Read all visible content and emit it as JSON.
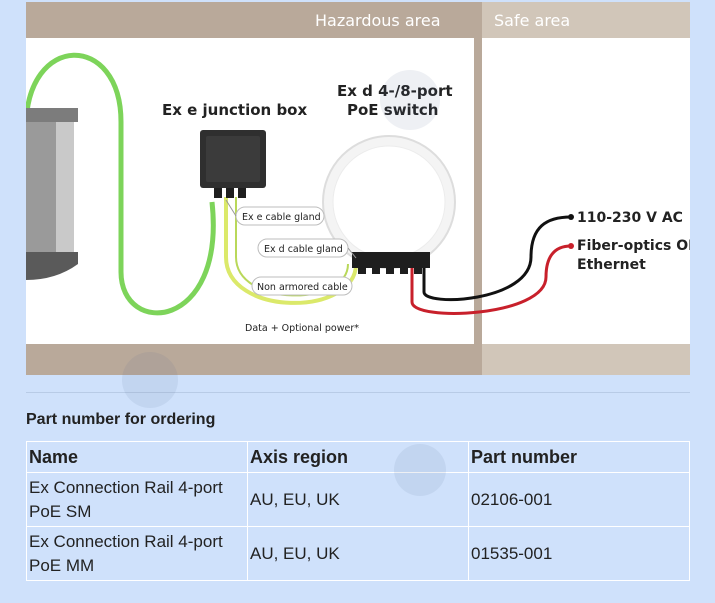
{
  "diagram": {
    "hazardous_area": "Hazardous area",
    "safe_area": "Safe area",
    "junction_box": "Ex e junction box",
    "switch_line1": "Ex d 4-/8-port",
    "switch_line2": "PoE switch",
    "ex_e_gland": "Ex e cable gland",
    "ex_d_gland": "Ex d cable gland",
    "non_armored": "Non armored cable",
    "data_power": "Data + Optional power*",
    "power_label": "110-230 V AC",
    "fiber_line1": "Fiber-optics OR",
    "fiber_line2": "Ethernet",
    "colors": {
      "hazardous_band": "#b9a99a",
      "safe_band": "#d1c6b9",
      "green_cable": "#7dd45a",
      "yellow_cable": "#dbe96a",
      "red_cable": "#c8202b"
    }
  },
  "ordering_title": "Part number for ordering",
  "table": {
    "headers": [
      "Name",
      "Axis region",
      "Part number"
    ],
    "rows": [
      [
        "Ex Connection Rail 4-port PoE SM",
        "AU, EU, UK",
        "02106-001"
      ],
      [
        "Ex Connection Rail 4-port PoE MM",
        "AU, EU, UK",
        "01535-001"
      ]
    ]
  }
}
